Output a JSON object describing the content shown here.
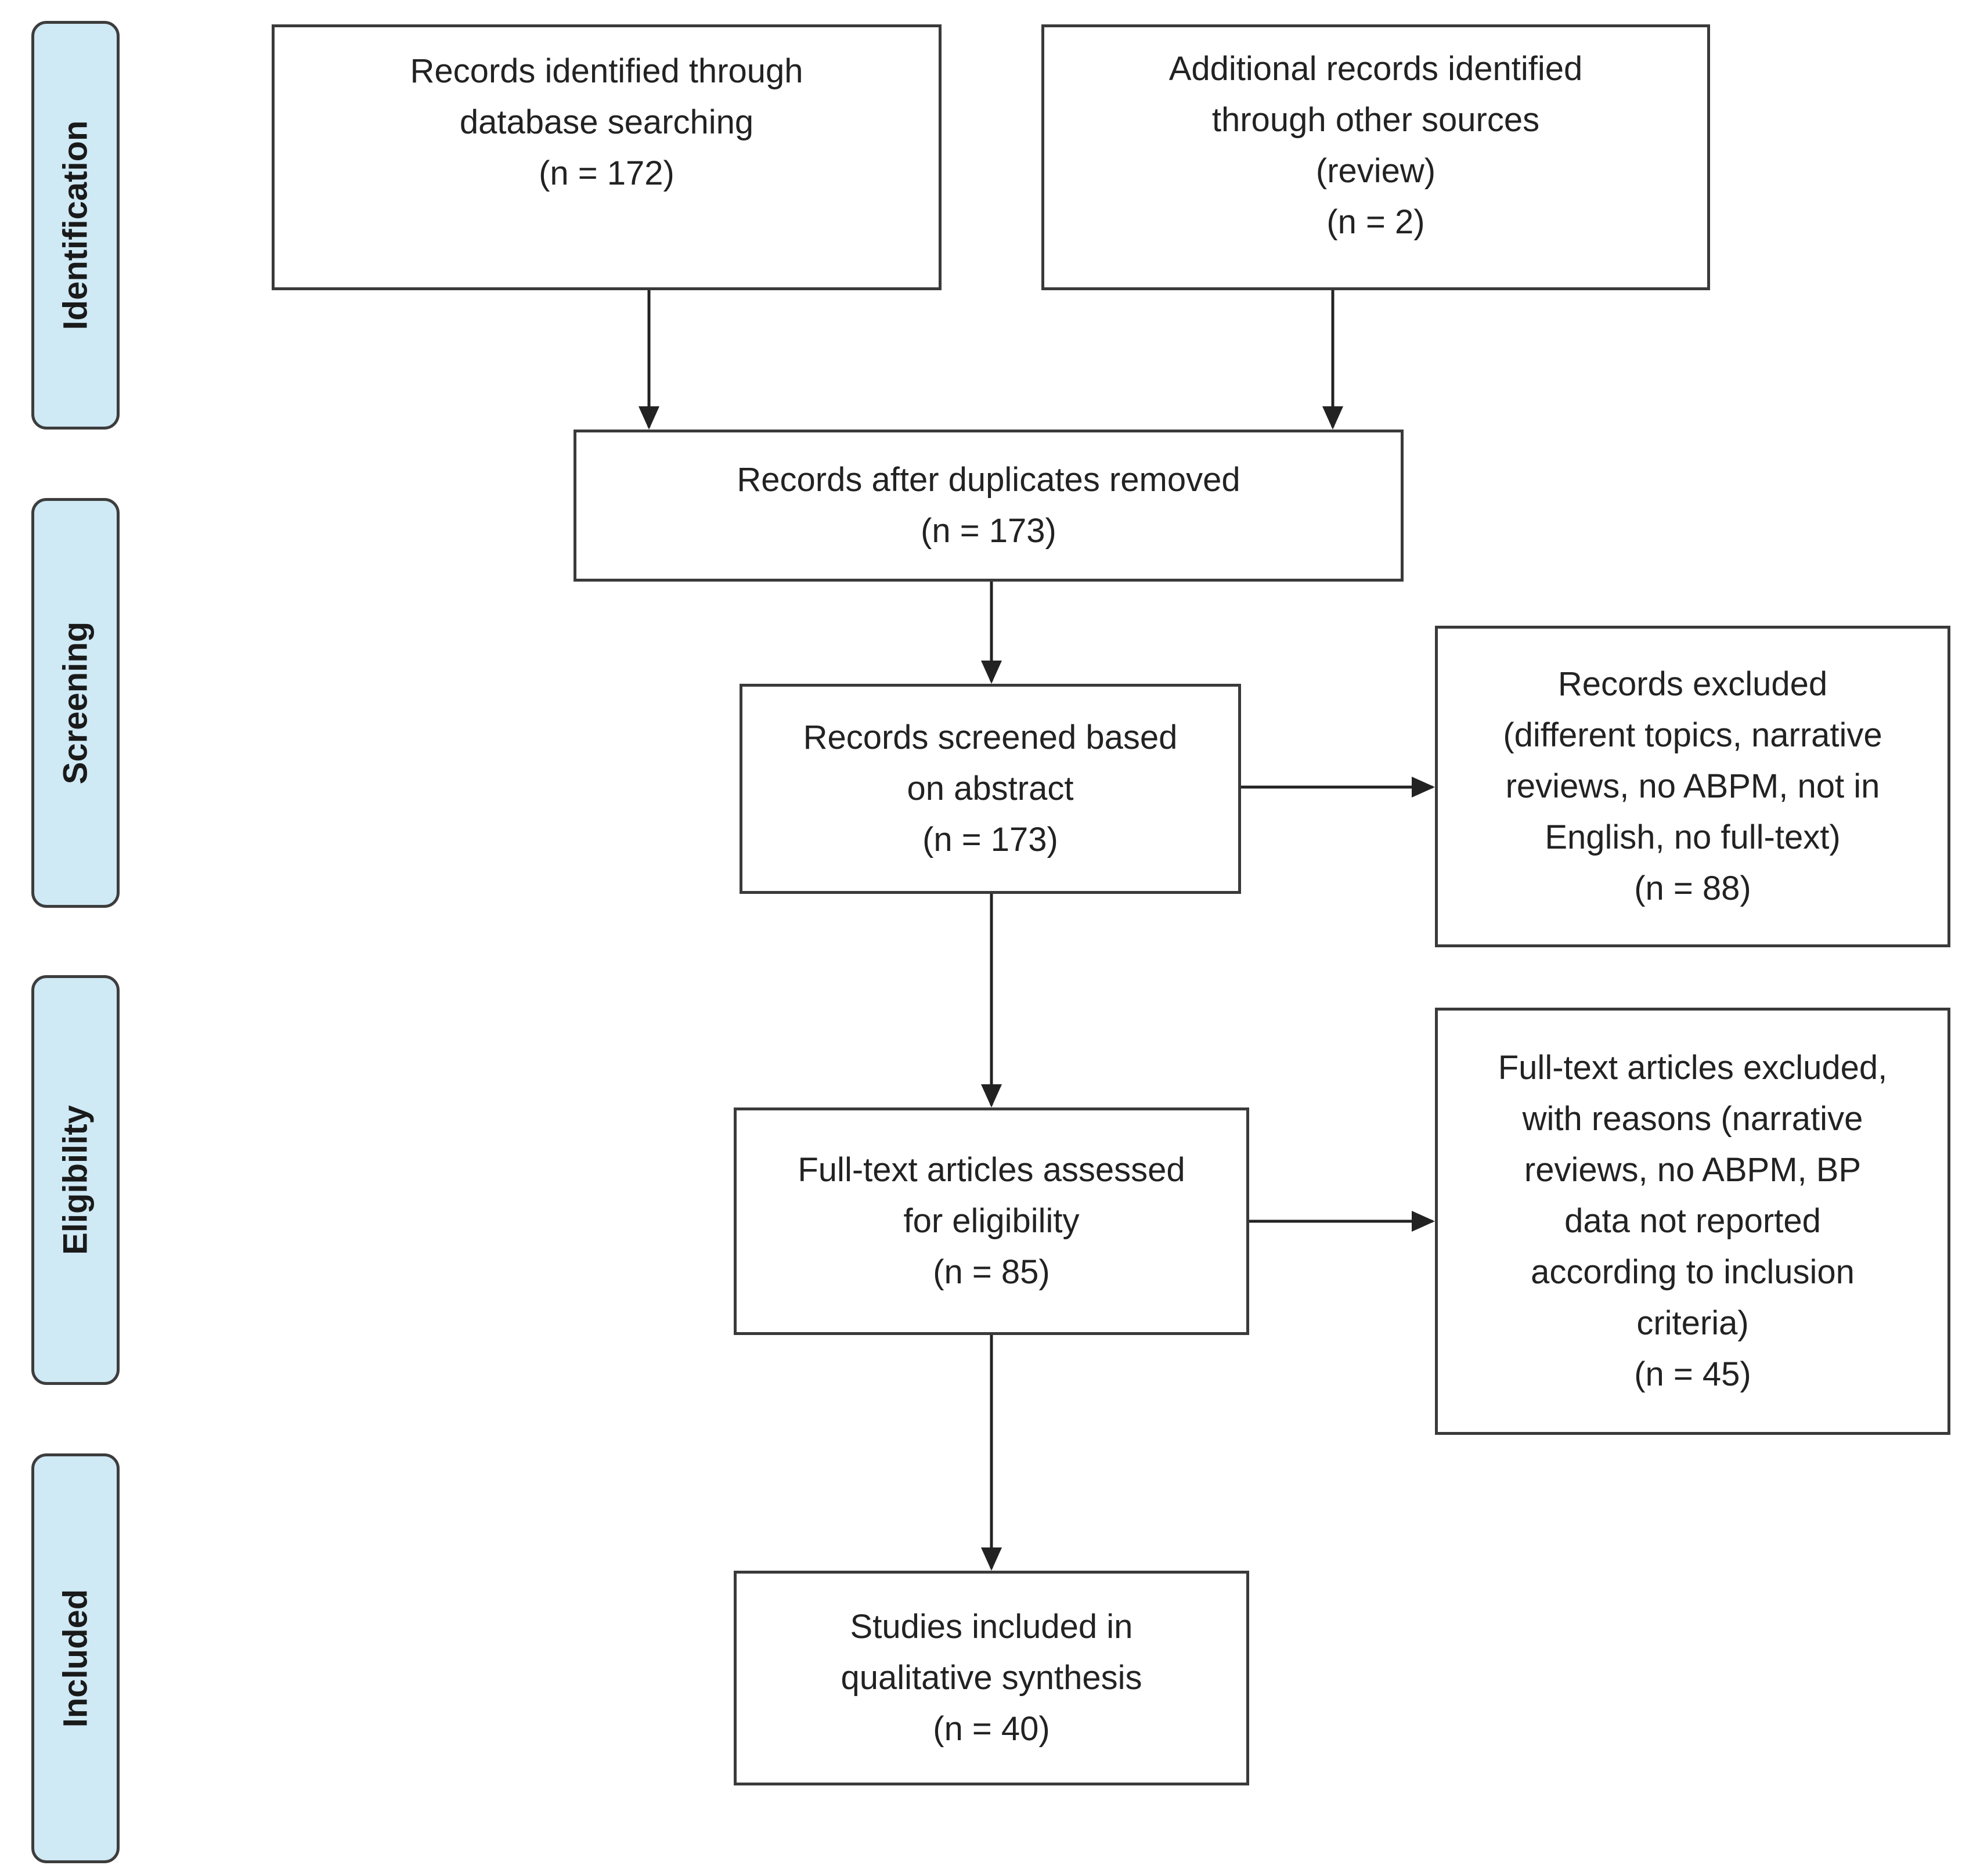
{
  "phases": {
    "identification": "Identification",
    "screening": "Screening",
    "eligibility": "Eligibility",
    "included": "Included"
  },
  "boxes": {
    "database_search": "Records identified through\ndatabase searching\n(n = 172)",
    "other_sources": "Additional records identified\nthrough other sources\n(review)\n(n = 2)",
    "duplicates_removed": "Records after duplicates removed\n(n = 173)",
    "screened": "Records screened based\non abstract\n(n = 173)",
    "records_excluded": "Records excluded\n(different topics, narrative\nreviews, no ABPM, not in\nEnglish, no full-text)\n(n = 88)",
    "full_text_assessed": "Full-text articles assessed\nfor eligibility\n(n = 85)",
    "full_text_excluded": "Full-text articles excluded,\nwith reasons (narrative\nreviews, no ABPM, BP\ndata not reported\naccording to inclusion\ncriteria)\n(n = 45)",
    "included_studies": "Studies included in\nqualitative synthesis\n(n = 40)"
  },
  "colors": {
    "phase_fill": "#cfe9f5",
    "border": "#3a3a3a"
  }
}
